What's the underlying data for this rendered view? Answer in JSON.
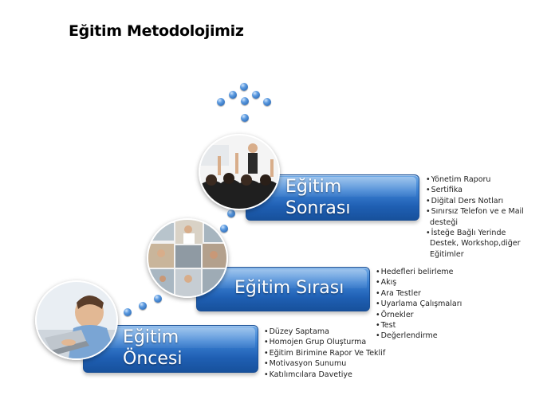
{
  "title": "Eğitim Metodolojimiz",
  "steps": [
    {
      "label_line1": "Eğitim",
      "label_line2": "Öncesi",
      "photo": "person-typing-on-laptop",
      "bullets": [
        "Düzey Saptama",
        "Homojen Grup Oluşturma",
        "Eğitim Birimine Rapor Ve Teklif",
        "Motivasyon Sunumu",
        "Katılımcılara Davetiye"
      ]
    },
    {
      "label_line1": "Eğitim Sırası",
      "label_line2": "",
      "photo": "collage-of-business-meetings",
      "bullets": [
        "Hedefleri belirleme",
        "Akış",
        "Ara Testler",
        "Uyarlama Çalışmaları",
        "Örnekler",
        "Test",
        "Değerlendirme"
      ]
    },
    {
      "label_line1": "Eğitim",
      "label_line2": "Sonrası",
      "photo": "audience-raising-hands",
      "bullets": [
        "Yönetim Raporu",
        "Sertifika",
        "Diğital Ders Notları",
        "Sınırsız Telefon ve e Mail desteği",
        "İsteğe Bağlı Yerinde Destek, Workshop,diğer Eğitimler"
      ]
    }
  ],
  "colors": {
    "bar_top": "#6fa9e6",
    "bar_bottom": "#17519c",
    "dot": "#2e6fbd"
  }
}
